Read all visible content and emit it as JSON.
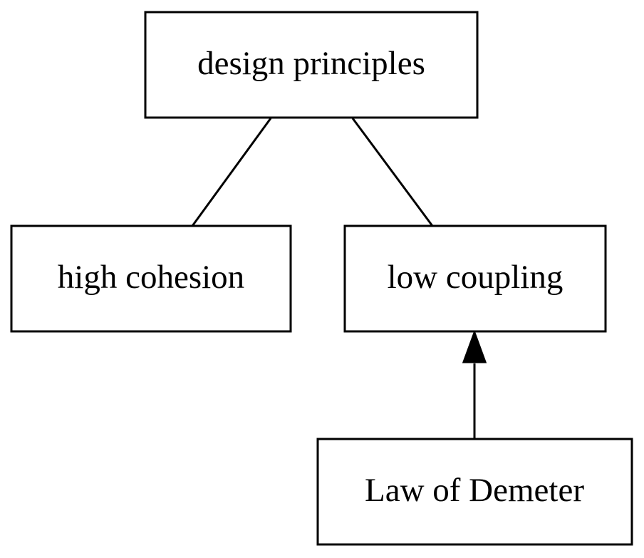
{
  "nodes": {
    "design_principles": "design principles",
    "high_cohesion": "high cohesion",
    "low_coupling": "low coupling",
    "law_of_demeter": "Law of Demeter"
  },
  "edges": [
    {
      "from": "design principles",
      "to": "high cohesion",
      "directed": false
    },
    {
      "from": "design principles",
      "to": "low coupling",
      "directed": false
    },
    {
      "from": "Law of Demeter",
      "to": "low coupling",
      "directed": true
    }
  ]
}
